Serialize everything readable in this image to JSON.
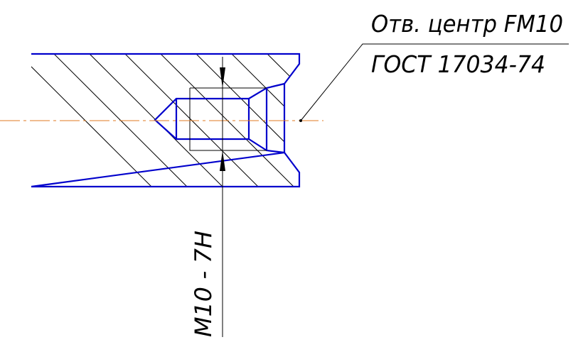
{
  "leader_note": {
    "line1": "Отв. центр FM10",
    "line2": "ГОСТ 17034-74"
  },
  "thread_dimension": {
    "label": "M10 - 7H"
  },
  "colors": {
    "contour": "#0000cc",
    "thin_line": "#000000",
    "axis_line": "#e07a20",
    "background": "#ffffff"
  }
}
